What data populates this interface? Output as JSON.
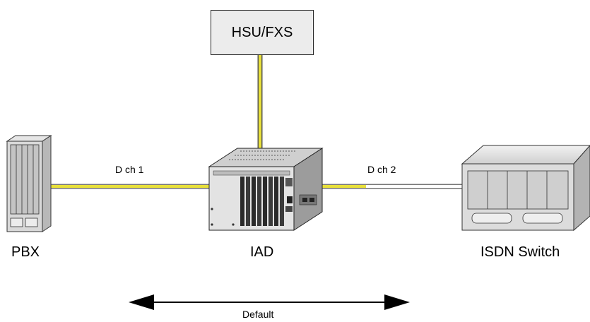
{
  "nodes": {
    "hsu": "HSU/FXS",
    "pbx": "PBX",
    "iad": "IAD",
    "isdn_switch": "ISDN Switch"
  },
  "links": {
    "pbx_iad": "D ch 1",
    "iad_switch": "D ch 2"
  },
  "arrow": {
    "label": "Default"
  },
  "colors": {
    "yellow_link": "#e8e03a",
    "line_dark": "#555555",
    "device_fill": "#d9d9d9"
  }
}
